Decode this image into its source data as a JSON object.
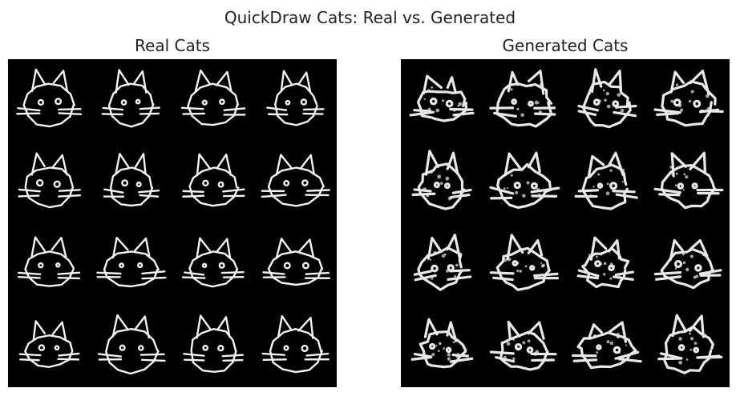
{
  "figure": {
    "suptitle": "QuickDraw Cats: Real vs. Generated",
    "panels": [
      {
        "title": "Real Cats",
        "grid": {
          "rows": 4,
          "cols": 4
        },
        "style": "real",
        "background": "#000000",
        "stroke_color": "#f2f2f2"
      },
      {
        "title": "Generated Cats",
        "grid": {
          "rows": 4,
          "cols": 4
        },
        "style": "generated",
        "background": "#000000",
        "stroke_color": "#e8e8e8"
      }
    ]
  }
}
